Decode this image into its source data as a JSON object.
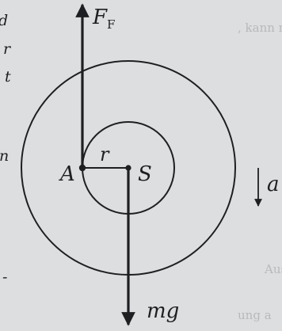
{
  "labels": {
    "force_top_symbol": "F",
    "force_top_subscript": "F",
    "radius": "r",
    "point_a": "A",
    "center_s": "S",
    "weight_force": "mg",
    "acceleration": "a"
  },
  "margin_text": {
    "left_fragments": [
      "d",
      "r",
      "t",
      "n",
      "-"
    ],
    "right_top": ", kann mit dem Satz vo",
    "right_bottom": "Aus der Bewegungsgleich",
    "right_bottom_2": "ung a"
  },
  "colors": {
    "paper": "#dcdedf",
    "ink": "#1e1f22",
    "bleed": "#b8b9bb"
  }
}
